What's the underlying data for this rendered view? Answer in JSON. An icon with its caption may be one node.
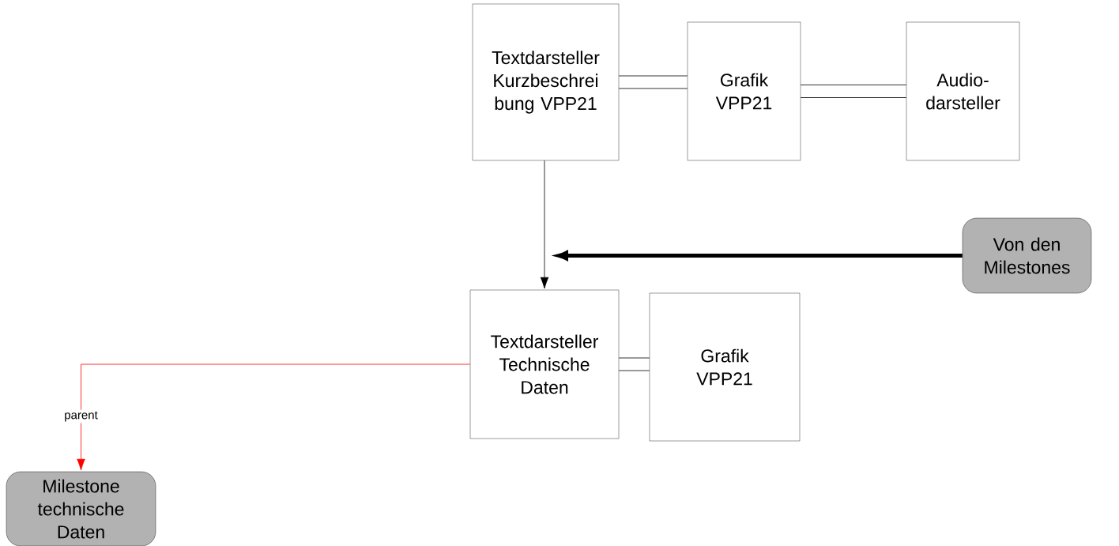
{
  "diagram": {
    "nodes": [
      {
        "text": [
          "Textdarsteller Kurzbeschrei bung VPP21"
        ]
      },
      {
        "text": [
          "Grafik VPP21"
        ]
      },
      {
        "text": [
          "Audio- darsteller"
        ]
      },
      {
        "text": [
          "Textdarsteller Technische Daten"
        ]
      },
      {
        "text": [
          "Grafik VPP21"
        ]
      },
      {
        "text": [
          "Von den Milestones"
        ]
      },
      {
        "text": [
          "Milestone technische Daten"
        ]
      }
    ],
    "edges": [
      {
        "from": 0,
        "to": 1,
        "arrow": "none"
      },
      {
        "from": 1,
        "to": 2,
        "arrow": "none"
      },
      {
        "from": 0,
        "to": 3,
        "arrow": "to"
      },
      {
        "from": 5,
        "to": null,
        "arrow": "to",
        "style": "thick"
      },
      {
        "from": 3,
        "to": 4,
        "arrow": "none"
      },
      {
        "from": 3,
        "to": 6,
        "arrow": "to",
        "label": "parent",
        "color": "#ff0000"
      }
    ]
  }
}
